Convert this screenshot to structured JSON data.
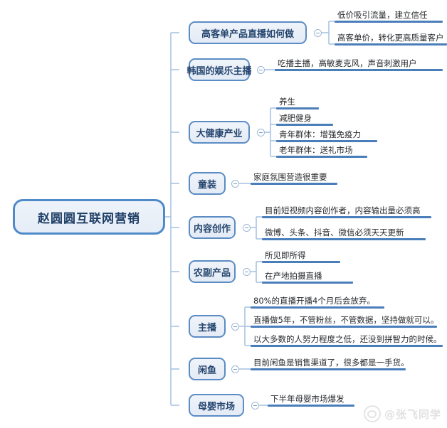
{
  "diagram": {
    "type": "mind-map",
    "root": {
      "label": "赵圆圆互联网营销"
    },
    "branches": [
      {
        "label": "高客单产品直播如何做",
        "children": [
          {
            "label": "低价吸引流量，建立信任"
          },
          {
            "label": "高客单价，转化更高质量客户"
          }
        ]
      },
      {
        "label": "韩国的娱乐主播",
        "children": [
          {
            "label": "吃播主播，高敏麦克风，声音刺激用户"
          }
        ]
      },
      {
        "label": "大健康产业",
        "children": [
          {
            "label": "养生"
          },
          {
            "label": "减肥健身"
          },
          {
            "label": "青年群体：增强免疫力"
          },
          {
            "label": "老年群体：送礼市场"
          }
        ]
      },
      {
        "label": "童装",
        "children": [
          {
            "label": "家庭氛围营造很重要"
          }
        ]
      },
      {
        "label": "内容创作",
        "children": [
          {
            "label": "目前短视频内容创作者，内容输出量必须高"
          },
          {
            "label": "微博、头条、抖音、微信必须天天更新"
          }
        ]
      },
      {
        "label": "农副产品",
        "children": [
          {
            "label": "所见即所得"
          },
          {
            "label": "在产地拍摄直播"
          }
        ]
      },
      {
        "label": "主播",
        "children": [
          {
            "label": "80%的直播开播4个月后会放弃。"
          },
          {
            "label": "直播做5年，不管粉丝，不管数据，坚持做就可以。"
          },
          {
            "label": "以大多数的人努力程度之低，还没到拼智力的时候。"
          }
        ]
      },
      {
        "label": "闲鱼",
        "children": [
          {
            "label": "目前闲鱼是销售渠道了，很多都是一手货。"
          }
        ]
      },
      {
        "label": "母婴市场",
        "children": [
          {
            "label": "下半年母婴市场爆发"
          }
        ]
      }
    ]
  },
  "watermark": {
    "handle": "@张飞同学",
    "logo_icon": "weibo-icon"
  },
  "colors": {
    "node_border": "#5b8cc4",
    "node_fill": "#eef2f8",
    "node_text": "#24456e",
    "leaf_rule": "#4a7ebb",
    "leaf_text": "#26282c",
    "connector": "#a9c4e2",
    "root_border": "#4f8ac9"
  }
}
